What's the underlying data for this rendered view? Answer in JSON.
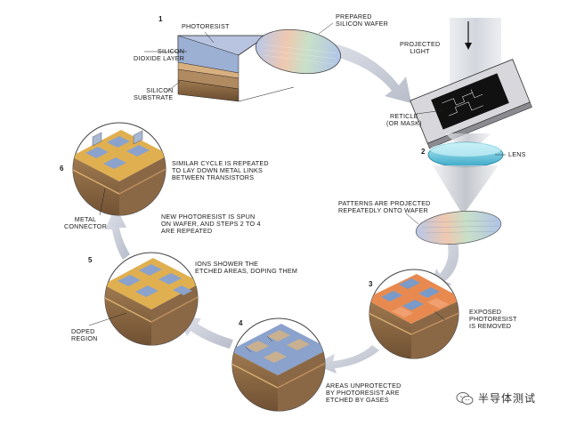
{
  "steps": {
    "s1": {
      "number": "1"
    },
    "s2": {
      "number": "2"
    },
    "s3": {
      "number": "3"
    },
    "s4": {
      "number": "4"
    },
    "s5": {
      "number": "5"
    },
    "s6": {
      "number": "6"
    }
  },
  "labels": {
    "photoresist": "PHOTORESIST",
    "silicon_dioxide": [
      "SILICON",
      "DIOXIDE LAYER"
    ],
    "silicon_substrate": [
      "SILICON",
      "SUBSTRATE"
    ],
    "prepared_wafer": [
      "PREPARED",
      "SILICON WAFER"
    ],
    "projected_light": [
      "PROJECTED",
      "LIGHT"
    ],
    "reticle": [
      "RETICLE",
      "(OR MASK)"
    ],
    "lens": "LENS",
    "patterns_projected": [
      "PATTERNS ARE PROJECTED",
      "REPEATEDLY ONTO WAFER"
    ],
    "exposed_photoresist": [
      "EXPOSED",
      "PHOTORESIST",
      "IS REMOVED"
    ],
    "areas_unprotected": [
      "AREAS UNPROTECTED",
      "BY PHOTORESIST ARE",
      "ETCHED BY GASES"
    ],
    "ions_shower": [
      "IONS SHOWER THE",
      "ETCHED AREAS, DOPING THEM"
    ],
    "doped_region": [
      "DOPED",
      "REGION"
    ],
    "new_photoresist": [
      "NEW PHOTORESIST IS SPUN",
      "ON WAFER, AND STEPS 2 TO 4",
      "ARE REPEATED"
    ],
    "metal_connector": [
      "METAL",
      "CONNECTOR"
    ],
    "similar_cycle": [
      "SIMILAR CYCLE IS REPEATED",
      "TO LAY DOWN METAL LINKS",
      "BETWEEN TRANSISTORS"
    ]
  },
  "watermark": {
    "text": "半导体测试",
    "icon": "wechat-icon"
  },
  "colors": {
    "arrow": "#c9cdd8",
    "substrate": "#8a6a4a",
    "oxide": "#c8a070",
    "photoresist": "#9bb4d8",
    "exposed": "#e87840",
    "doped": "#e0b050",
    "lens": "#6ec8dc"
  }
}
